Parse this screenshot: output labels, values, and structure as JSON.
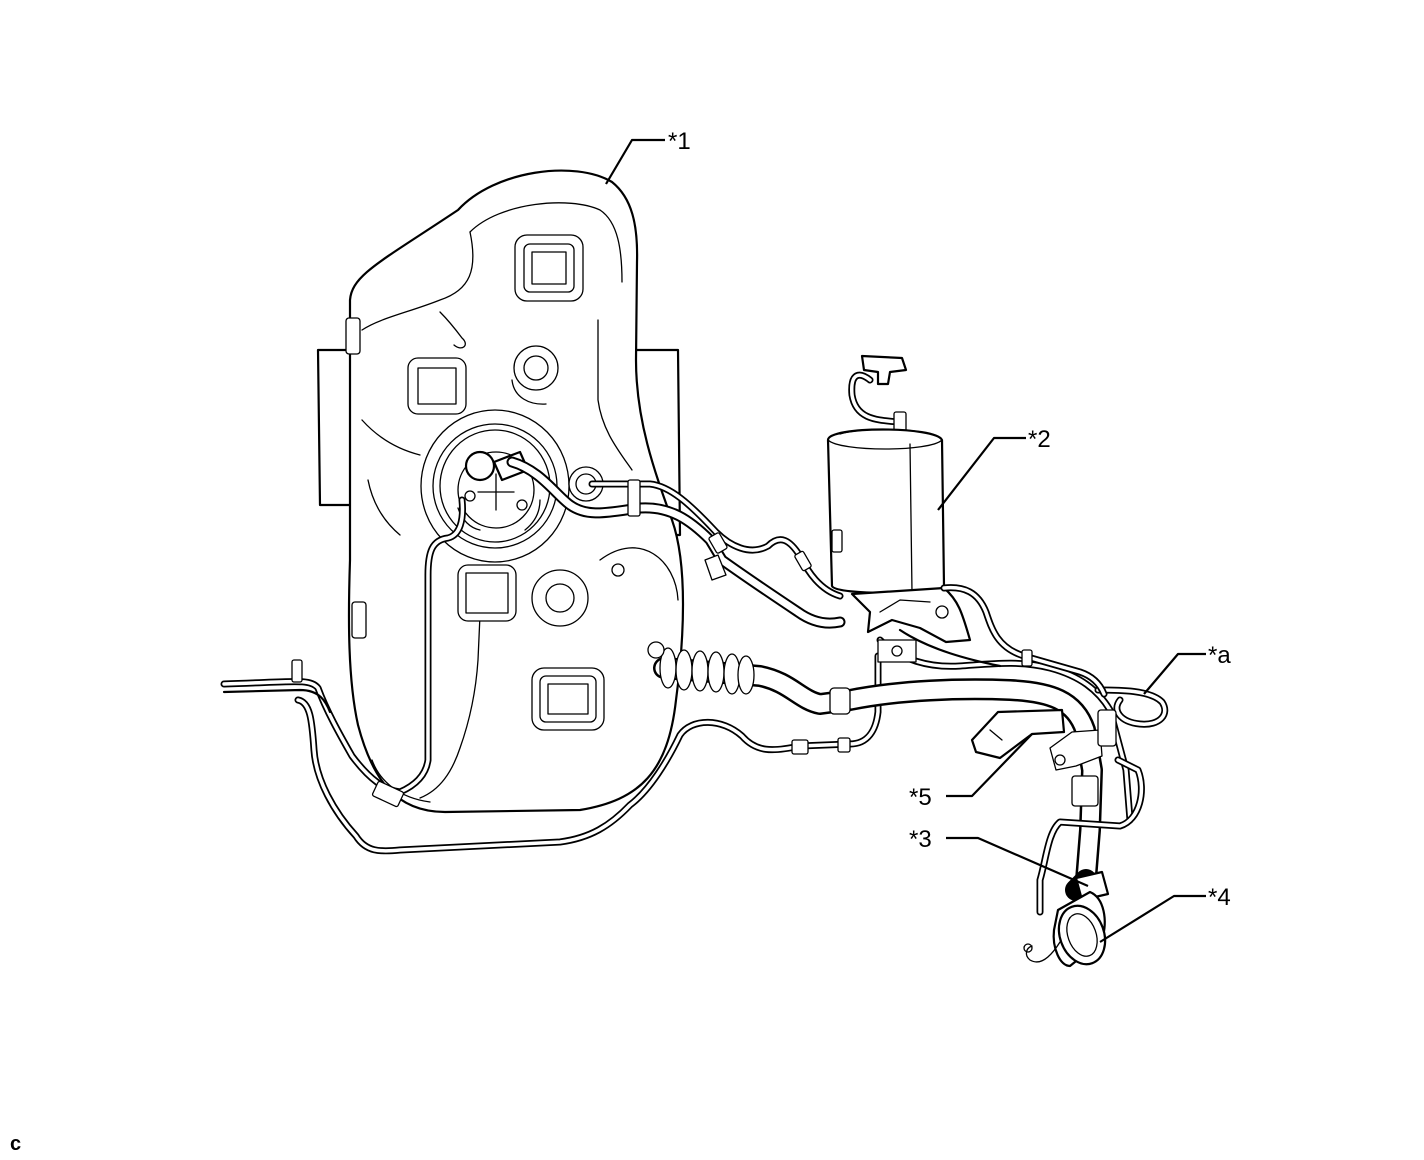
{
  "callouts": {
    "c1": "*1",
    "c2": "*2",
    "c3": "*3",
    "c4": "*4",
    "c5": "*5",
    "ca": "*a"
  },
  "corner_mark": "c",
  "colors": {
    "line": "#000000",
    "background": "#ffffff"
  }
}
